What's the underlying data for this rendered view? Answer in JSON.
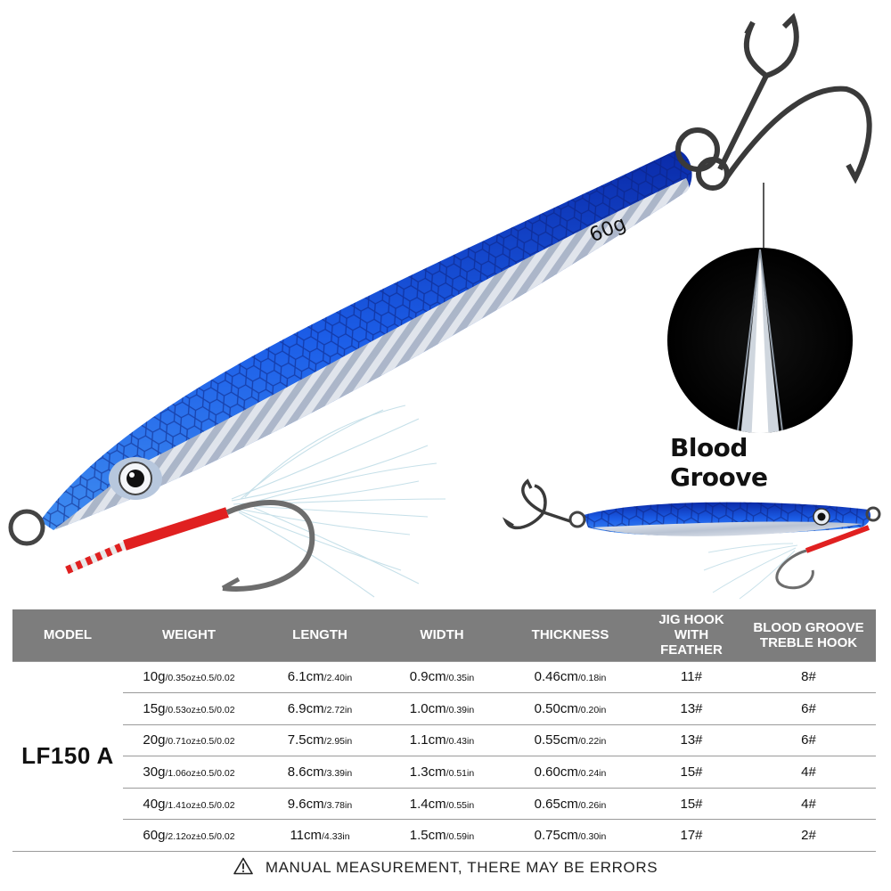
{
  "product": {
    "weight_mark": "60g",
    "feature_caption": "Blood Groove",
    "colors": {
      "body_blue": "#1a4fd6",
      "belly_silver": "#cfd8e4",
      "wrap_red": "#e02020",
      "header_gray": "#7d7d7d"
    },
    "icons": [
      "treble-hook-icon",
      "assist-hook-icon",
      "split-ring-icon",
      "lure-eye-icon",
      "hook-point-closeup-icon",
      "warning-triangle-icon"
    ]
  },
  "table": {
    "headers": {
      "model": "MODEL",
      "weight": "WEIGHT",
      "length": "LENGTH",
      "width": "WIDTH",
      "thickness": "THICKNESS",
      "jig_line1": "JIG HOOK",
      "jig_line2": "WITH FEATHER",
      "treble_line1": "BLOOD GROOVE",
      "treble_line2": "TREBLE HOOK"
    },
    "model": "LF150 A",
    "rows": [
      {
        "weight": "10g",
        "weight_sub": "/0.35oz±0.5/0.02",
        "length": "6.1cm",
        "length_sub": "/2.40in",
        "width": "0.9cm",
        "width_sub": "/0.35in",
        "thickness": "0.46cm",
        "thickness_sub": "/0.18in",
        "jig": "11#",
        "treble": "8#"
      },
      {
        "weight": "15g",
        "weight_sub": "/0.53oz±0.5/0.02",
        "length": "6.9cm",
        "length_sub": "/2.72in",
        "width": "1.0cm",
        "width_sub": "/0.39in",
        "thickness": "0.50cm",
        "thickness_sub": "/0.20in",
        "jig": "13#",
        "treble": "6#"
      },
      {
        "weight": "20g",
        "weight_sub": "/0.71oz±0.5/0.02",
        "length": "7.5cm",
        "length_sub": "/2.95in",
        "width": "1.1cm",
        "width_sub": "/0.43in",
        "thickness": "0.55cm",
        "thickness_sub": "/0.22in",
        "jig": "13#",
        "treble": "6#"
      },
      {
        "weight": "30g",
        "weight_sub": "/1.06oz±0.5/0.02",
        "length": "8.6cm",
        "length_sub": "/3.39in",
        "width": "1.3cm",
        "width_sub": "/0.51in",
        "thickness": "0.60cm",
        "thickness_sub": "/0.24in",
        "jig": "15#",
        "treble": "4#"
      },
      {
        "weight": "40g",
        "weight_sub": "/1.41oz±0.5/0.02",
        "length": "9.6cm",
        "length_sub": "/3.78in",
        "width": "1.4cm",
        "width_sub": "/0.55in",
        "thickness": "0.65cm",
        "thickness_sub": "/0.26in",
        "jig": "15#",
        "treble": "4#"
      },
      {
        "weight": "60g",
        "weight_sub": "/2.12oz±0.5/0.02",
        "length": "11cm",
        "length_sub": "/4.33in",
        "width": "1.5cm",
        "width_sub": "/0.59in",
        "thickness": "0.75cm",
        "thickness_sub": "/0.30in",
        "jig": "17#",
        "treble": "2#"
      }
    ]
  },
  "notice": "MANUAL MEASUREMENT, THERE MAY BE ERRORS"
}
